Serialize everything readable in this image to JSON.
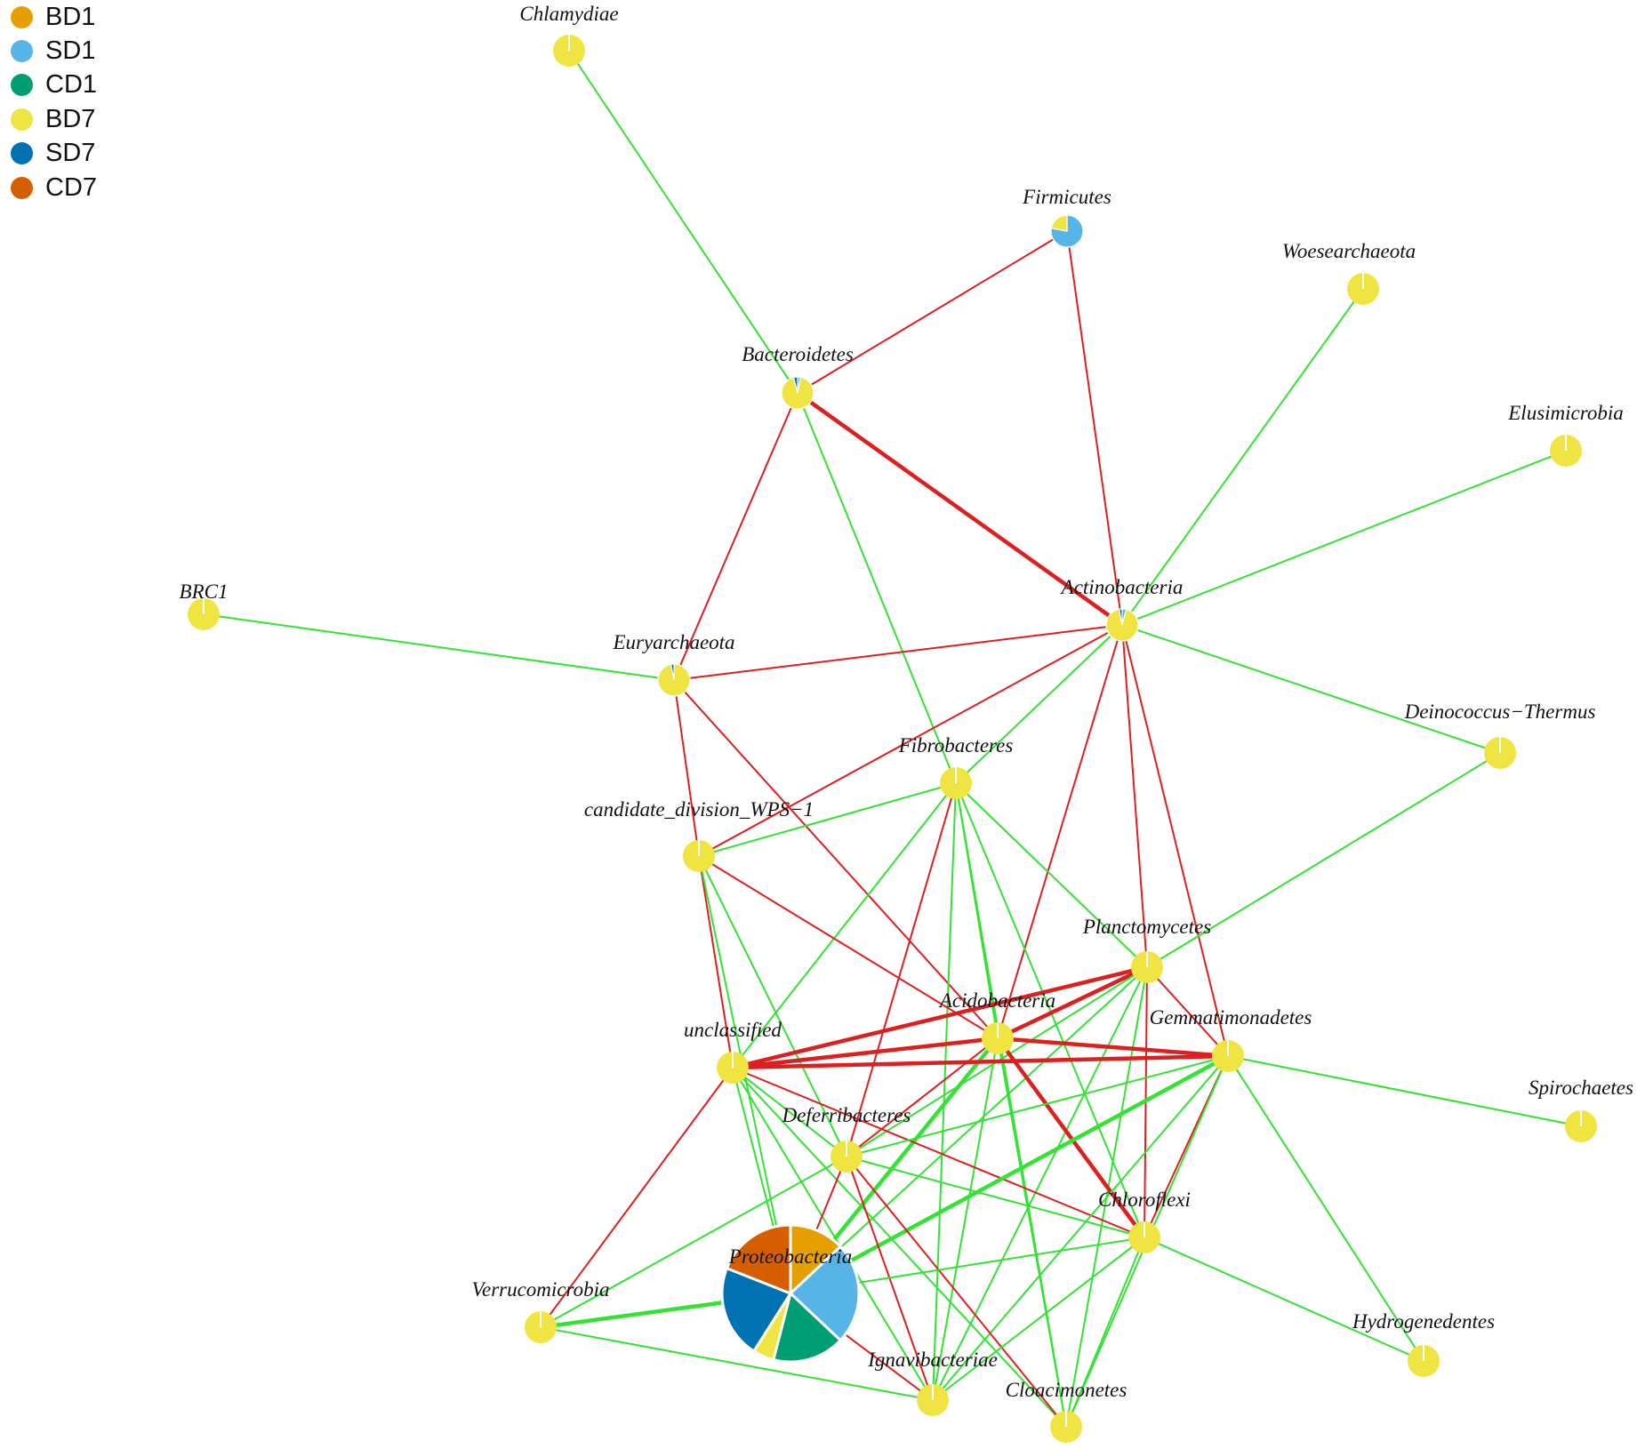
{
  "legend": [
    {
      "label": "BD1",
      "color": "#E69F00"
    },
    {
      "label": "SD1",
      "color": "#56B4E9"
    },
    {
      "label": "CD1",
      "color": "#009E73"
    },
    {
      "label": "BD7",
      "color": "#F0E442"
    },
    {
      "label": "SD7",
      "color": "#0072B2"
    },
    {
      "label": "CD7",
      "color": "#D55E00"
    }
  ],
  "edge_colors": {
    "positive": "#33E233",
    "negative": "#DD1F1F"
  },
  "nodes": [
    {
      "id": "chlamydiae",
      "label": "Chlamydiae",
      "composition": {
        "BD7": 1
      }
    },
    {
      "id": "firmicutes",
      "label": "Firmicutes",
      "composition": {
        "SD1": 0.78,
        "BD7": 0.22
      }
    },
    {
      "id": "woesearchaeota",
      "label": "Woesearchaeota",
      "composition": {
        "BD7": 1
      }
    },
    {
      "id": "bacteroidetes",
      "label": "Bacteroidetes",
      "composition": {
        "BD7": 0.93,
        "SD7": 0.04,
        "SD1": 0.03
      }
    },
    {
      "id": "elusimicrobia",
      "label": "Elusimicrobia",
      "composition": {
        "BD7": 1
      }
    },
    {
      "id": "brc1",
      "label": "BRC1",
      "composition": {
        "BD7": 1
      }
    },
    {
      "id": "actinobacteria",
      "label": "Actinobacteria",
      "composition": {
        "BD7": 0.93,
        "SD1": 0.04,
        "SD7": 0.03
      }
    },
    {
      "id": "euryarchaeota",
      "label": "Euryarchaeota",
      "composition": {
        "BD7": 0.97,
        "SD7": 0.03
      }
    },
    {
      "id": "deinococcus",
      "label": "Deinococcus−Thermus",
      "composition": {
        "BD7": 1
      }
    },
    {
      "id": "fibrobacteres",
      "label": "Fibrobacteres",
      "composition": {
        "BD7": 1
      }
    },
    {
      "id": "wps1",
      "label": "candidate_division_WPS−1",
      "composition": {
        "BD7": 1
      }
    },
    {
      "id": "planctomycetes",
      "label": "Planctomycetes",
      "composition": {
        "BD7": 1
      }
    },
    {
      "id": "acidobacteria",
      "label": "Acidobacteria",
      "composition": {
        "BD7": 1
      }
    },
    {
      "id": "gemmatimonadetes",
      "label": "Gemmatimonadetes",
      "composition": {
        "BD7": 1
      }
    },
    {
      "id": "unclassified",
      "label": "unclassified",
      "composition": {
        "BD7": 1
      }
    },
    {
      "id": "spirochaetes",
      "label": "Spirochaetes",
      "composition": {
        "BD7": 1
      }
    },
    {
      "id": "deferribacteres",
      "label": "Deferribacteres",
      "composition": {
        "BD7": 1
      }
    },
    {
      "id": "chloroflexi",
      "label": "Chloroflexi",
      "composition": {
        "BD7": 1
      }
    },
    {
      "id": "proteobacteria",
      "label": "Proteobacteria",
      "composition": {
        "BD1": 0.13,
        "SD1": 0.24,
        "CD1": 0.17,
        "BD7": 0.05,
        "SD7": 0.22,
        "CD7": 0.19
      }
    },
    {
      "id": "verrucomicrobia",
      "label": "Verrucomicrobia",
      "composition": {
        "BD7": 1
      }
    },
    {
      "id": "hydrogenedentes",
      "label": "Hydrogenedentes",
      "composition": {
        "BD7": 1
      }
    },
    {
      "id": "ignavibacteriae",
      "label": "Ignavibacteriae",
      "composition": {
        "BD7": 1
      }
    },
    {
      "id": "cloacimonetes",
      "label": "Cloacimonetes",
      "composition": {
        "BD7": 1
      }
    }
  ],
  "edges": [
    {
      "source": "chlamydiae",
      "target": "bacteroidetes",
      "sign": "positive",
      "weight": 1
    },
    {
      "source": "firmicutes",
      "target": "bacteroidetes",
      "sign": "negative",
      "weight": 1
    },
    {
      "source": "firmicutes",
      "target": "actinobacteria",
      "sign": "negative",
      "weight": 1
    },
    {
      "source": "bacteroidetes",
      "target": "actinobacteria",
      "sign": "negative",
      "weight": 2
    },
    {
      "source": "bacteroidetes",
      "target": "euryarchaeota",
      "sign": "negative",
      "weight": 1
    },
    {
      "source": "bacteroidetes",
      "target": "fibrobacteres",
      "sign": "positive",
      "weight": 1
    },
    {
      "source": "woesearchaeota",
      "target": "actinobacteria",
      "sign": "positive",
      "weight": 1
    },
    {
      "source": "elusimicrobia",
      "target": "actinobacteria",
      "sign": "positive",
      "weight": 1
    },
    {
      "source": "brc1",
      "target": "euryarchaeota",
      "sign": "positive",
      "weight": 1
    },
    {
      "source": "euryarchaeota",
      "target": "actinobacteria",
      "sign": "negative",
      "weight": 1
    },
    {
      "source": "actinobacteria",
      "target": "deinococcus",
      "sign": "positive",
      "weight": 1
    },
    {
      "source": "actinobacteria",
      "target": "fibrobacteres",
      "sign": "positive",
      "weight": 1
    },
    {
      "source": "actinobacteria",
      "target": "wps1",
      "sign": "negative",
      "weight": 1
    },
    {
      "source": "actinobacteria",
      "target": "acidobacteria",
      "sign": "negative",
      "weight": 1
    },
    {
      "source": "actinobacteria",
      "target": "planctomycetes",
      "sign": "negative",
      "weight": 1
    },
    {
      "source": "actinobacteria",
      "target": "gemmatimonadetes",
      "sign": "negative",
      "weight": 1
    },
    {
      "source": "euryarchaeota",
      "target": "wps1",
      "sign": "negative",
      "weight": 1
    },
    {
      "source": "euryarchaeota",
      "target": "acidobacteria",
      "sign": "negative",
      "weight": 1
    },
    {
      "source": "deinococcus",
      "target": "planctomycetes",
      "sign": "positive",
      "weight": 1
    },
    {
      "source": "wps1",
      "target": "fibrobacteres",
      "sign": "positive",
      "weight": 1
    },
    {
      "source": "fibrobacteres",
      "target": "planctomycetes",
      "sign": "positive",
      "weight": 1
    },
    {
      "source": "fibrobacteres",
      "target": "acidobacteria",
      "sign": "positive",
      "weight": 1
    },
    {
      "source": "fibrobacteres",
      "target": "unclassified",
      "sign": "positive",
      "weight": 1
    },
    {
      "source": "fibrobacteres",
      "target": "deferribacteres",
      "sign": "negative",
      "weight": 1
    },
    {
      "source": "fibrobacteres",
      "target": "chloroflexi",
      "sign": "positive",
      "weight": 1
    },
    {
      "source": "fibrobacteres",
      "target": "cloacimonetes",
      "sign": "positive",
      "weight": 1
    },
    {
      "source": "fibrobacteres",
      "target": "ignavibacteriae",
      "sign": "positive",
      "weight": 1
    },
    {
      "source": "wps1",
      "target": "unclassified",
      "sign": "negative",
      "weight": 1
    },
    {
      "source": "wps1",
      "target": "acidobacteria",
      "sign": "negative",
      "weight": 1
    },
    {
      "source": "wps1",
      "target": "deferribacteres",
      "sign": "positive",
      "weight": 1
    },
    {
      "source": "wps1",
      "target": "proteobacteria",
      "sign": "positive",
      "weight": 1
    },
    {
      "source": "planctomycetes",
      "target": "unclassified",
      "sign": "negative",
      "weight": 2
    },
    {
      "source": "planctomycetes",
      "target": "acidobacteria",
      "sign": "negative",
      "weight": 2
    },
    {
      "source": "planctomycetes",
      "target": "gemmatimonadetes",
      "sign": "negative",
      "weight": 1
    },
    {
      "source": "planctomycetes",
      "target": "chloroflexi",
      "sign": "negative",
      "weight": 1
    },
    {
      "source": "planctomycetes",
      "target": "proteobacteria",
      "sign": "positive",
      "weight": 1
    },
    {
      "source": "planctomycetes",
      "target": "deferribacteres",
      "sign": "positive",
      "weight": 1
    },
    {
      "source": "planctomycetes",
      "target": "ignavibacteriae",
      "sign": "positive",
      "weight": 1
    },
    {
      "source": "planctomycetes",
      "target": "cloacimonetes",
      "sign": "positive",
      "weight": 1
    },
    {
      "source": "acidobacteria",
      "target": "unclassified",
      "sign": "negative",
      "weight": 2
    },
    {
      "source": "acidobacteria",
      "target": "gemmatimonadetes",
      "sign": "negative",
      "weight": 2
    },
    {
      "source": "acidobacteria",
      "target": "chloroflexi",
      "sign": "negative",
      "weight": 2
    },
    {
      "source": "acidobacteria",
      "target": "proteobacteria",
      "sign": "positive",
      "weight": 2
    },
    {
      "source": "acidobacteria",
      "target": "deferribacteres",
      "sign": "negative",
      "weight": 1
    },
    {
      "source": "acidobacteria",
      "target": "ignavibacteriae",
      "sign": "positive",
      "weight": 1
    },
    {
      "source": "acidobacteria",
      "target": "cloacimonetes",
      "sign": "positive",
      "weight": 1
    },
    {
      "source": "unclassified",
      "target": "gemmatimonadetes",
      "sign": "negative",
      "weight": 2
    },
    {
      "source": "unclassified",
      "target": "deferribacteres",
      "sign": "positive",
      "weight": 1
    },
    {
      "source": "unclassified",
      "target": "proteobacteria",
      "sign": "positive",
      "weight": 1
    },
    {
      "source": "unclassified",
      "target": "verrucomicrobia",
      "sign": "negative",
      "weight": 1
    },
    {
      "source": "unclassified",
      "target": "chloroflexi",
      "sign": "negative",
      "weight": 1
    },
    {
      "source": "unclassified",
      "target": "ignavibacteriae",
      "sign": "positive",
      "weight": 1
    },
    {
      "source": "unclassified",
      "target": "cloacimonetes",
      "sign": "positive",
      "weight": 1
    },
    {
      "source": "gemmatimonadetes",
      "target": "spirochaetes",
      "sign": "positive",
      "weight": 1
    },
    {
      "source": "gemmatimonadetes",
      "target": "deferribacteres",
      "sign": "positive",
      "weight": 1
    },
    {
      "source": "gemmatimonadetes",
      "target": "chloroflexi",
      "sign": "negative",
      "weight": 1
    },
    {
      "source": "gemmatimonadetes",
      "target": "proteobacteria",
      "sign": "positive",
      "weight": 2
    },
    {
      "source": "gemmatimonadetes",
      "target": "hydrogenedentes",
      "sign": "positive",
      "weight": 1
    },
    {
      "source": "gemmatimonadetes",
      "target": "ignavibacteriae",
      "sign": "positive",
      "weight": 1
    },
    {
      "source": "gemmatimonadetes",
      "target": "cloacimonetes",
      "sign": "positive",
      "weight": 1
    },
    {
      "source": "deferribacteres",
      "target": "verrucomicrobia",
      "sign": "positive",
      "weight": 1
    },
    {
      "source": "deferribacteres",
      "target": "proteobacteria",
      "sign": "negative",
      "weight": 1
    },
    {
      "source": "deferribacteres",
      "target": "ignavibacteriae",
      "sign": "negative",
      "weight": 1
    },
    {
      "source": "deferribacteres",
      "target": "cloacimonetes",
      "sign": "negative",
      "weight": 1
    },
    {
      "source": "deferribacteres",
      "target": "chloroflexi",
      "sign": "positive",
      "weight": 1
    },
    {
      "source": "chloroflexi",
      "target": "proteobacteria",
      "sign": "positive",
      "weight": 1
    },
    {
      "source": "chloroflexi",
      "target": "hydrogenedentes",
      "sign": "positive",
      "weight": 1
    },
    {
      "source": "chloroflexi",
      "target": "ignavibacteriae",
      "sign": "positive",
      "weight": 1
    },
    {
      "source": "chloroflexi",
      "target": "cloacimonetes",
      "sign": "positive",
      "weight": 1
    },
    {
      "source": "proteobacteria",
      "target": "verrucomicrobia",
      "sign": "positive",
      "weight": 2
    },
    {
      "source": "proteobacteria",
      "target": "ignavibacteriae",
      "sign": "negative",
      "weight": 1
    },
    {
      "source": "verrucomicrobia",
      "target": "ignavibacteriae",
      "sign": "positive",
      "weight": 1
    }
  ]
}
